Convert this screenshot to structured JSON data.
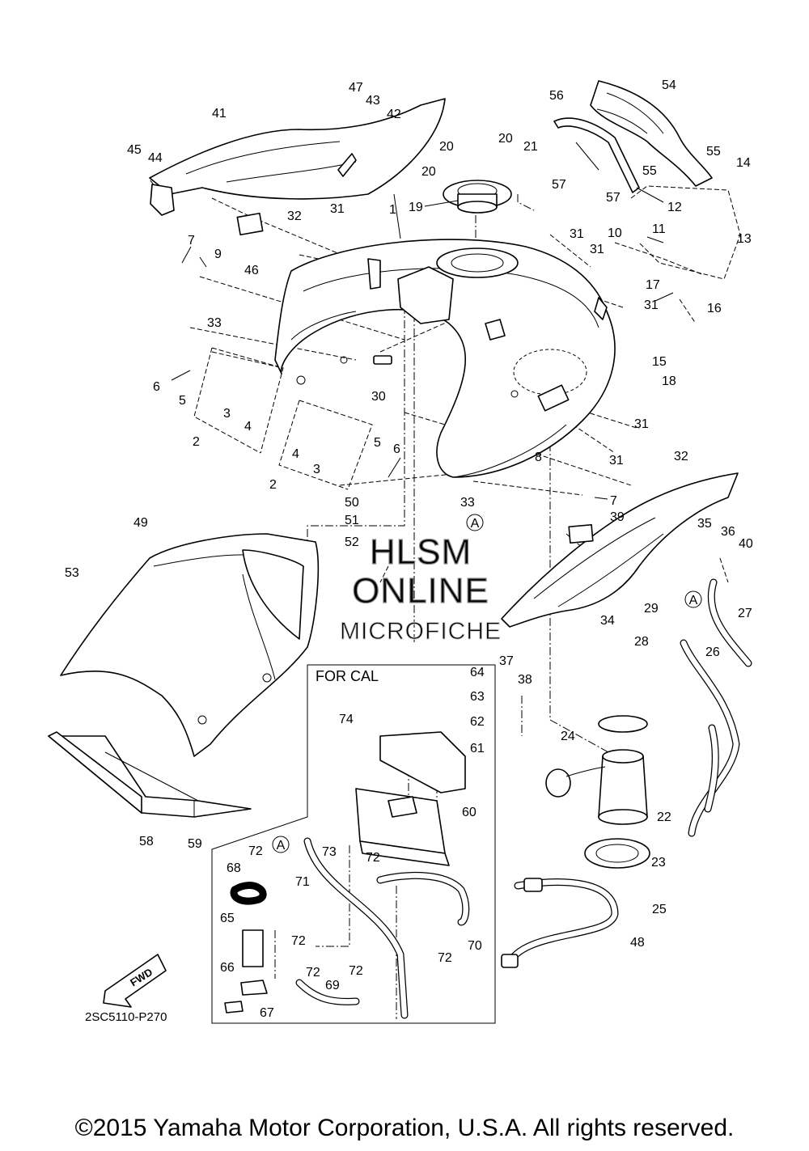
{
  "diagram": {
    "group_label": "FOR CAL",
    "drawing_code": "2SC5110-P270",
    "fwd_label": "FWD",
    "ref_mark": "A",
    "callouts": {
      "c1": "1",
      "c2a": "2",
      "c2b": "2",
      "c3a": "3",
      "c3b": "3",
      "c4a": "4",
      "c4b": "4",
      "c5a": "5",
      "c5b": "5",
      "c6a": "6",
      "c6b": "6",
      "c7a": "7",
      "c7b": "7",
      "c8": "8",
      "c9": "9",
      "c10": "10",
      "c11": "11",
      "c12": "12",
      "c13": "13",
      "c14": "14",
      "c15": "15",
      "c16": "16",
      "c17": "17",
      "c18": "18",
      "c19": "19",
      "c20a": "20",
      "c20b": "20",
      "c20c": "20",
      "c21": "21",
      "c22": "22",
      "c23": "23",
      "c24": "24",
      "c25": "25",
      "c26": "26",
      "c27": "27",
      "c28": "28",
      "c29": "29",
      "c30": "30",
      "c31a": "31",
      "c31b": "31",
      "c31c": "31",
      "c31d": "31",
      "c31e": "31",
      "c31f": "31",
      "c32a": "32",
      "c32b": "32",
      "c33a": "33",
      "c33b": "33",
      "c34": "34",
      "c35": "35",
      "c36": "36",
      "c37": "37",
      "c38": "38",
      "c39": "39",
      "c40": "40",
      "c41": "41",
      "c42": "42",
      "c43": "43",
      "c44": "44",
      "c45": "45",
      "c46": "46",
      "c47": "47",
      "c48": "48",
      "c49": "49",
      "c50": "50",
      "c51": "51",
      "c52": "52",
      "c53": "53",
      "c54": "54",
      "c55a": "55",
      "c55b": "55",
      "c56": "56",
      "c57a": "57",
      "c57b": "57",
      "c58": "58",
      "c59": "59",
      "c60": "60",
      "c61": "61",
      "c62": "62",
      "c63": "63",
      "c64": "64",
      "c65": "65",
      "c66": "66",
      "c67": "67",
      "c68": "68",
      "c69": "69",
      "c70": "70",
      "c71": "71",
      "c72a": "72",
      "c72b": "72",
      "c72c": "72",
      "c72d": "72",
      "c72e": "72",
      "c72f": "72",
      "c73": "73",
      "c74": "74"
    }
  },
  "watermark": {
    "line1": "HLSM",
    "line2": "ONLINE",
    "line3": "MICROFICHE"
  },
  "copyright": "©2015 Yamaha Motor Corporation, U.S.A. All rights reserved."
}
